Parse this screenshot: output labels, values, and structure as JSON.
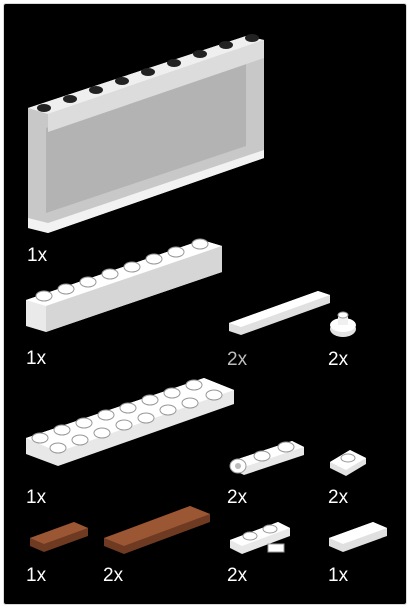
{
  "parts": [
    {
      "id": "panel-1x6x5",
      "icon": "transparent-panel-icon",
      "qty": "1x"
    },
    {
      "id": "brick-1x8",
      "icon": "white-brick-icon",
      "qty": "1x"
    },
    {
      "id": "tile-1x4",
      "icon": "white-tile-icon",
      "qty": "2x"
    },
    {
      "id": "round-plate-1x1",
      "icon": "round-plate-icon",
      "qty": "2x"
    },
    {
      "id": "plate-2x8",
      "icon": "white-plate-icon",
      "qty": "1x"
    },
    {
      "id": "plate-clip",
      "icon": "clip-plate-icon",
      "qty": "2x"
    },
    {
      "id": "plate-1x1",
      "icon": "white-plate-small-icon",
      "qty": "2x"
    },
    {
      "id": "brown-tile-1x2",
      "icon": "brown-tile-icon",
      "qty": "1x"
    },
    {
      "id": "brown-tile-1x4",
      "icon": "brown-tile-long-icon",
      "qty": "2x"
    },
    {
      "id": "plate-clip-bar",
      "icon": "clip-bar-plate-icon",
      "qty": "2x"
    },
    {
      "id": "tile-1x2",
      "icon": "white-tile-small-icon",
      "qty": "1x"
    }
  ],
  "colors": {
    "background": "#000000",
    "white": "#ffffff",
    "brown": "#8a4a2c",
    "transparent": "#cfcfcf"
  }
}
